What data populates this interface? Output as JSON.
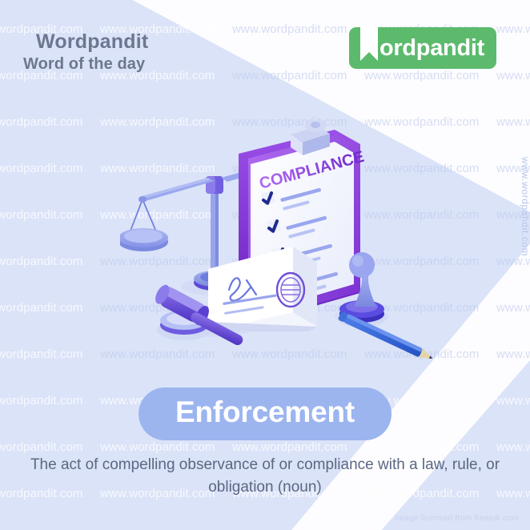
{
  "header": {
    "brand_title": "Wordpandit",
    "brand_subtitle": "Word of the day",
    "logo_text": "ordpandit",
    "logo_icon": "bookmark-icon",
    "logo_color": "#5cba6d"
  },
  "word": {
    "term": "Enforcement",
    "definition": "The act of compelling observance of or compliance with a law, rule, or obligation (noun)",
    "part_of_speech": "noun",
    "pill_color": "#9cb5ef"
  },
  "illustration": {
    "name": "compliance-law-illustration",
    "clipboard_title": "COMPLIANCE",
    "checklist_items": 4,
    "elements": [
      "clipboard",
      "scales-of-justice",
      "gavel",
      "certificate-with-seal",
      "rubber-stamp",
      "pencil"
    ],
    "colors": {
      "clipboard_purple": "#8b4ae0",
      "scales_blue": "#8f9ce8",
      "accent_navy": "#3b3fb5",
      "pencil_blue": "#2f63d8"
    }
  },
  "watermark": {
    "text": "www.wordpandit.com"
  },
  "side_credit": {
    "text": "www.wordpandit.com"
  },
  "footer": {
    "credit": "Image licensed from freepik.com"
  },
  "background": {
    "base_color": "#dbe3f8",
    "panel_color": "#fdfdff",
    "title_color": "#6d7790",
    "definition_color": "#5b6782"
  }
}
